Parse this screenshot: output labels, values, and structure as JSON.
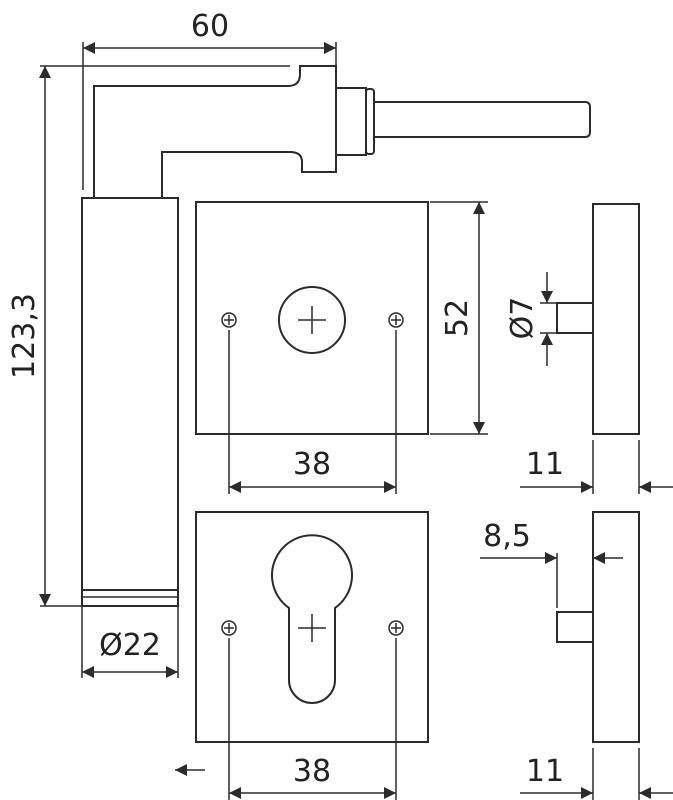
{
  "dimensions": {
    "lever_width": "60",
    "total_height": "123,3",
    "grip_diameter": "Ø22",
    "rosette_height": "52",
    "screw_spacing_top": "38",
    "screw_spacing_bottom": "38",
    "spindle_diameter": "Ø7",
    "rosette_thickness_top": "11",
    "rosette_thickness_bottom": "11",
    "cylinder_offset": "8,5"
  },
  "colors": {
    "line": "#2b2b2b",
    "background": "#ffffff"
  }
}
